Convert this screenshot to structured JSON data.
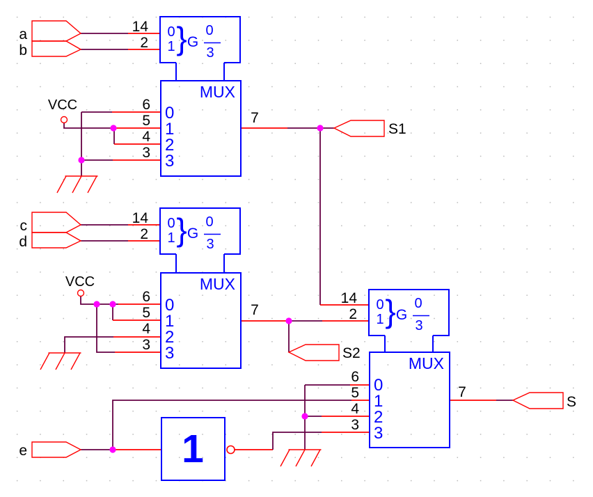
{
  "colors": {
    "block_outline": "#0000ff",
    "block_text": "#0000ff",
    "wire": "#660044",
    "pin_wire": "#ff0000",
    "port_outline": "#ff0000",
    "junction_dot": "#ff00ff",
    "label_text": "#000000",
    "grid_dot": "#b9b9b9",
    "background": "#ffffff"
  },
  "ports": {
    "inputs": [
      {
        "label": "a"
      },
      {
        "label": "b"
      },
      {
        "label": "c"
      },
      {
        "label": "d"
      },
      {
        "label": "e"
      }
    ],
    "outputs": [
      {
        "label": "S1"
      },
      {
        "label": "S2"
      },
      {
        "label": "S"
      }
    ]
  },
  "power": {
    "vcc_label": "VCC"
  },
  "g_block": {
    "row0": "0",
    "row1": "1",
    "letter": "G",
    "frac_numerator": "0",
    "frac_denominator": "3",
    "pin_top": "14",
    "pin_bottom": "2"
  },
  "mux": {
    "title": "MUX",
    "channels": [
      "0",
      "1",
      "2",
      "3"
    ],
    "pin_numbers": [
      "6",
      "5",
      "4",
      "3"
    ],
    "output_pin": "7"
  },
  "inverter": {
    "label": "1"
  }
}
